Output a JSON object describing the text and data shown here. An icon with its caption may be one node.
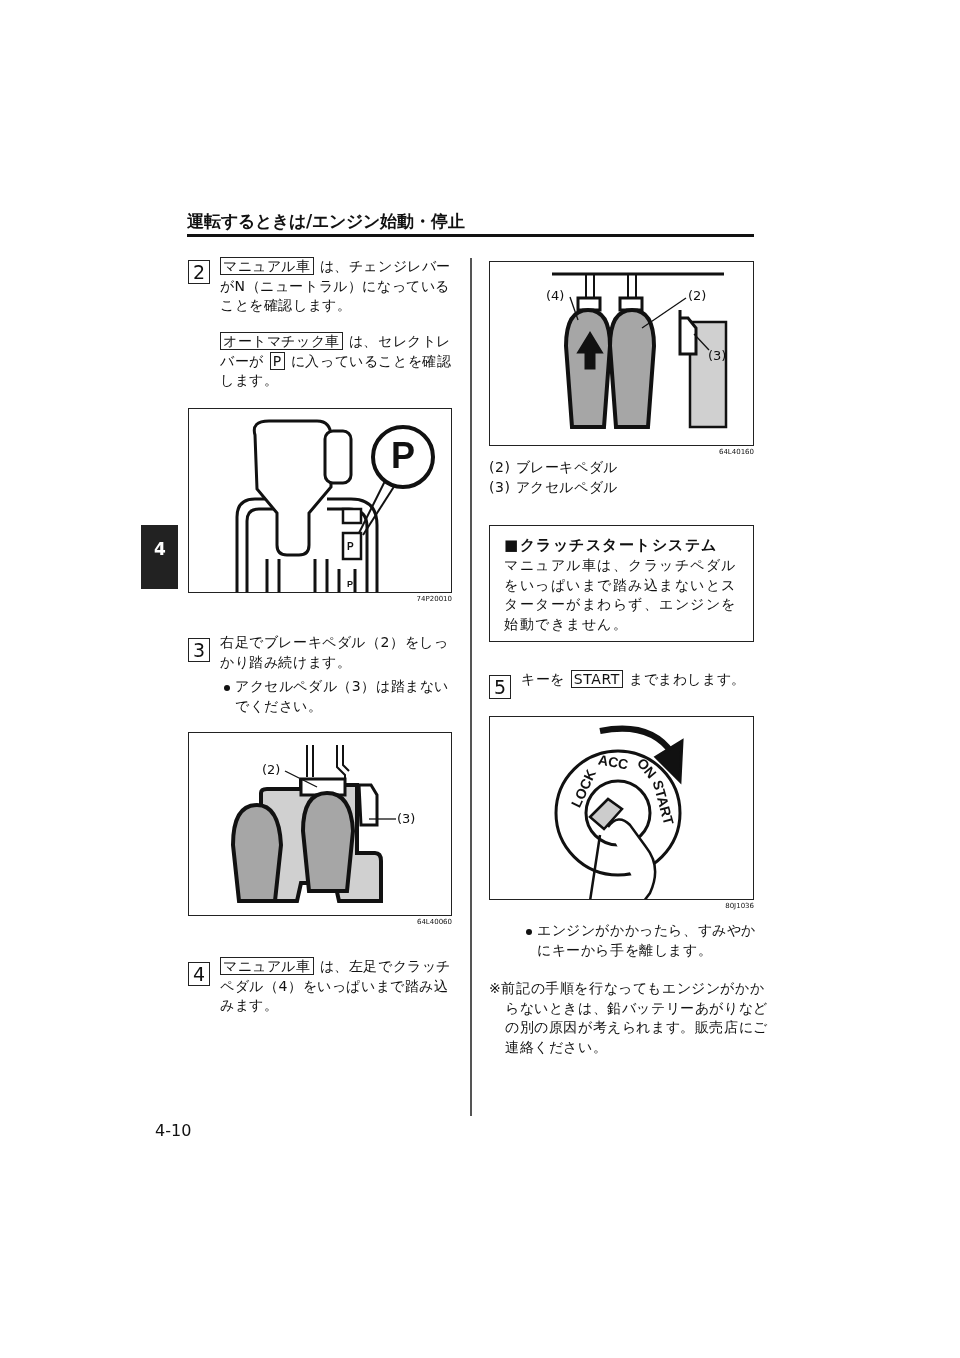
{
  "diagram": {
    "title": "運転するときは/エンジン始動・停止",
    "nodes": [
      {
        "text": [],
        "shape": "picture",
        "beside": [
          "74P20010"
        ]
      },
      {
        "text": [],
        "shape": "picture",
        "beside": [
          "64L40060"
        ]
      },
      {
        "text": [
          "(2)"
        ],
        "in": 1
      },
      {
        "text": [
          "(3)"
        ],
        "in": 1
      },
      {
        "text": [],
        "shape": "picture",
        "beside": [
          "64L40160"
        ]
      },
      {
        "text": [
          "(4)"
        ],
        "in": 4
      },
      {
        "text": [
          "(2)"
        ],
        "in": 4
      },
      {
        "text": [
          "(3)"
        ],
        "in": 4
      },
      {
        "text": [
          "■クラッチスタートシステム",
          "マニュアル車は、クラッチペダルをいっぱいまで踏み込まないとスターターがまわらず、エンジンを始動できません。"
        ]
      },
      {
        "text": [],
        "shape": "picture",
        "beside": [
          "80J1036"
        ]
      }
    ],
    "edges": [
      {
        "from": 2,
        "to": null,
        "arrow": "none"
      },
      {
        "from": 3,
        "to": null,
        "arrow": "none"
      },
      {
        "from": 5,
        "to": null,
        "arrow": "none"
      },
      {
        "from": 6,
        "to": null,
        "arrow": "none"
      },
      {
        "from": 7,
        "to": null,
        "arrow": "none"
      }
    ],
    "labels": [
      "2",
      "マニュアル車",
      "は、チェンジレバーがN（ニュートラル）になっていることを確認します。",
      "オートマチック車",
      "は、セレクトレバーが",
      "P",
      "に入っていることを確認します。",
      "P",
      "P",
      "P",
      "3",
      "右足でブレーキペダル（2）をしっかり踏み続けます。",
      "アクセルペダル（3）は踏まないでください。",
      "4",
      "マニュアル車",
      "は、左足でクラッチペダル（4）をいっぱいまで踏み込みます。",
      "(2) ブレーキペダル",
      "(3) アクセルペダル",
      "5",
      "キーを",
      "START",
      "までまわします。",
      "LOCK",
      "ACC",
      "ON",
      "START",
      "エンジンがかかったら、すみやかにキーから手を離します。",
      "※前記の手順を行なってもエンジンがかからないときは、鉛バッテリーあがりなどの別の原因が考えられます。販売店にご連絡ください。",
      "4",
      "4-10"
    ]
  }
}
